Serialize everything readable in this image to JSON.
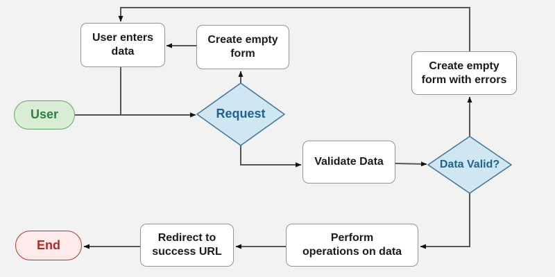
{
  "diagram": {
    "type": "flowchart",
    "background_color": "#f2f2f2",
    "nodes": {
      "user_start": {
        "type": "terminal-start",
        "label": "User",
        "lines": [
          "User"
        ]
      },
      "user_enters_data": {
        "type": "process",
        "label": "User enters data",
        "lines": [
          "User enters",
          "data"
        ]
      },
      "create_empty_form": {
        "type": "process",
        "label": "Create empty form",
        "lines": [
          "Create empty",
          "form"
        ]
      },
      "create_empty_form_errors": {
        "type": "process",
        "label": "Create empty form with errors",
        "lines": [
          "Create empty",
          "form with errors"
        ]
      },
      "request": {
        "type": "decision",
        "label": "Request",
        "lines": [
          "Request"
        ]
      },
      "validate_data": {
        "type": "process",
        "label": "Validate Data",
        "lines": [
          "Validate Data"
        ]
      },
      "data_valid": {
        "type": "decision",
        "label": "Data Valid?",
        "lines": [
          "Data Valid?"
        ]
      },
      "perform_operations": {
        "type": "process",
        "label": "Perform operations on data",
        "lines": [
          "Perform",
          "operations on data"
        ]
      },
      "redirect_success": {
        "type": "process",
        "label": "Redirect to success URL",
        "lines": [
          "Redirect to",
          "success URL"
        ]
      },
      "end": {
        "type": "terminal-end",
        "label": "End",
        "lines": [
          "End"
        ]
      }
    },
    "edges": [
      {
        "from": "user_start",
        "to": "request"
      },
      {
        "from": "user_enters_data",
        "to": "request"
      },
      {
        "from": "request",
        "to": "create_empty_form"
      },
      {
        "from": "create_empty_form",
        "to": "user_enters_data"
      },
      {
        "from": "request",
        "to": "validate_data"
      },
      {
        "from": "validate_data",
        "to": "data_valid"
      },
      {
        "from": "data_valid",
        "to": "create_empty_form_errors"
      },
      {
        "from": "create_empty_form_errors",
        "to": "user_enters_data"
      },
      {
        "from": "data_valid",
        "to": "perform_operations"
      },
      {
        "from": "perform_operations",
        "to": "redirect_success"
      },
      {
        "from": "redirect_success",
        "to": "end"
      }
    ],
    "colors": {
      "process_fill": "#ffffff",
      "process_border": "#949494",
      "process_text": "#1a1a1a",
      "start_fill": "#d9edd5",
      "start_border": "#5fa763",
      "start_text": "#2b8140",
      "end_fill": "#fdeaea",
      "end_border": "#b13434",
      "end_text": "#b02a2a",
      "decision_fill": "#cfe6f3",
      "decision_border": "#44799a",
      "decision_text": "#1d6390",
      "edge_stroke": "#555555",
      "arrowhead": "#111111"
    }
  }
}
